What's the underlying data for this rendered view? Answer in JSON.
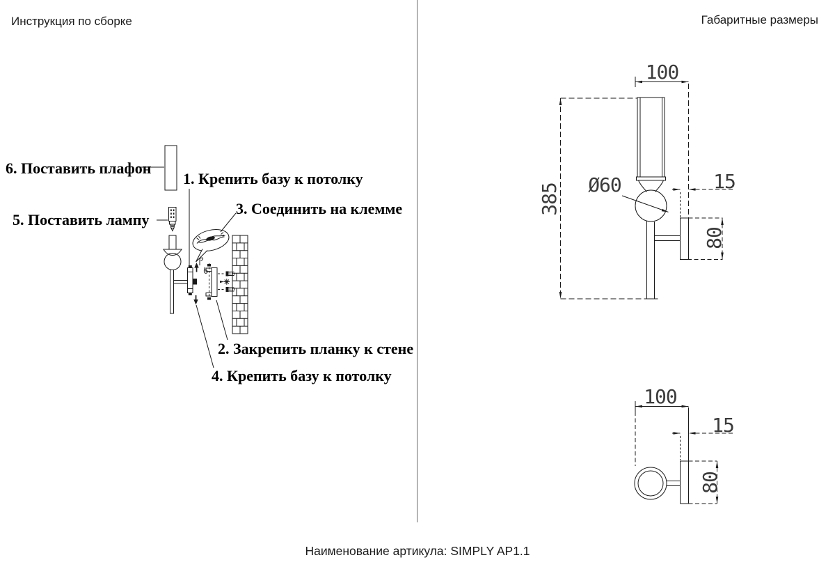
{
  "headers": {
    "left": "Инструкция по сборке",
    "right": "Габаритные размеры"
  },
  "footer": {
    "article": "Наименование артикула: SIMPLY AP1.1"
  },
  "assembly_steps": {
    "step1": "1. Крепить базу к потолку",
    "step2": "2. Закрепить планку к стене",
    "step3": "3. Соединить на клемме",
    "step4": "4. Крепить базу к потолку",
    "step5": "5. Поставить лампу",
    "step6": "6. Поставить плафон"
  },
  "dimensions": {
    "side_view": {
      "width_mm": "100",
      "height_mm": "385",
      "sphere_diameter": "Ø60",
      "wall_offset_mm": "15",
      "plate_height_mm": "80"
    },
    "top_view": {
      "width_mm": "100",
      "wall_offset_mm": "15",
      "plate_height_mm": "80"
    }
  },
  "colors": {
    "line": "#1a1a1a",
    "dim_text": "#3b3b3b",
    "divider": "#6e6e6e"
  }
}
